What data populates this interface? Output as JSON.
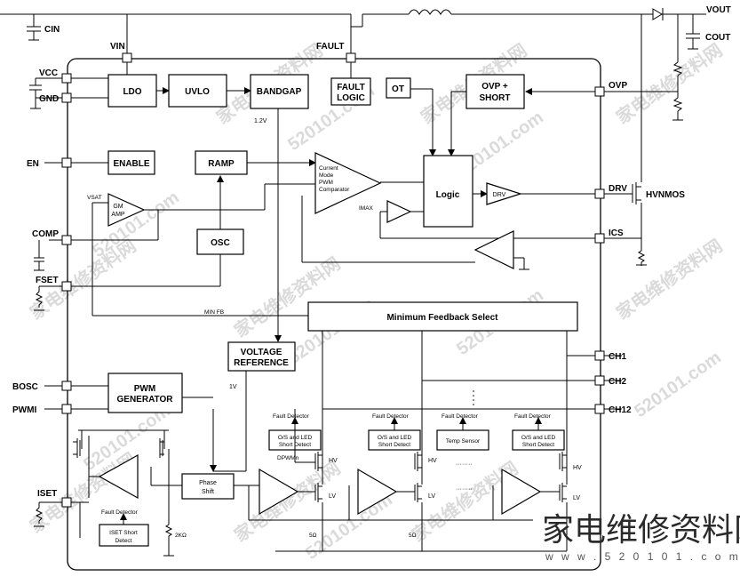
{
  "pins": {
    "cin": "CIN",
    "vin": "VIN",
    "vcc": "VCC",
    "gnd": "GND",
    "en": "EN",
    "comp": "COMP",
    "fset": "FSET",
    "bosc": "BOSC",
    "pwmi": "PWMI",
    "iset": "ISET",
    "fault": "FAULT",
    "vout": "VOUT",
    "cout": "COUT",
    "ovp": "OVP",
    "drv": "DRV",
    "hvnmos": "HVNMOS",
    "ics": "ICS",
    "ch1": "CH1",
    "ch2": "CH2",
    "ch12": "CH12"
  },
  "blocks": {
    "ldo": "LDO",
    "uvlo": "UVLO",
    "bandgap": "BANDGAP",
    "fault_logic_1": "FAULT",
    "fault_logic_2": "LOGIC",
    "ot": "OT",
    "ovp_short_1": "OVP +",
    "ovp_short_2": "SHORT",
    "enable": "ENABLE",
    "ramp": "RAMP",
    "osc": "OSC",
    "gm_amp_1": "GM",
    "gm_amp_2": "AMP",
    "comparator_1": "Current",
    "comparator_2": "Mode",
    "comparator_3": "PWM",
    "comparator_4": "Comparator",
    "logic": "Logic",
    "drv": "DRV",
    "min_feedback": "Minimum Feedback Select",
    "vref_1": "VOLTAGE",
    "vref_2": "REFERENCE",
    "pwm_gen_1": "PWM",
    "pwm_gen_2": "GENERATOR",
    "phase_shift_1": "Phase",
    "phase_shift_2": "Shift",
    "temp_sensor": "Temp Sensor",
    "iset_short_1": "ISET Short",
    "iset_short_2": "Detect"
  },
  "labels": {
    "v12": "1.2V",
    "vsat": "VSAT",
    "imax": "IMAX",
    "minfb": "MIN FB",
    "v1": "1V",
    "fault_detector": "Fault Detector",
    "os_led_1": "O/S and LED",
    "os_led_2": "Short Detect",
    "dpwm": "DPWMn",
    "hv": "HV",
    "lv": "LV",
    "r5": "5Ω",
    "r2k": "2KΩ",
    "dots": "········"
  },
  "watermark": {
    "cn": "家电维修资料网",
    "num": "520101.com",
    "brand": "家电维修资料网",
    "brand_url": "w w w . 5 2 0 1 0 1 . c o m"
  }
}
